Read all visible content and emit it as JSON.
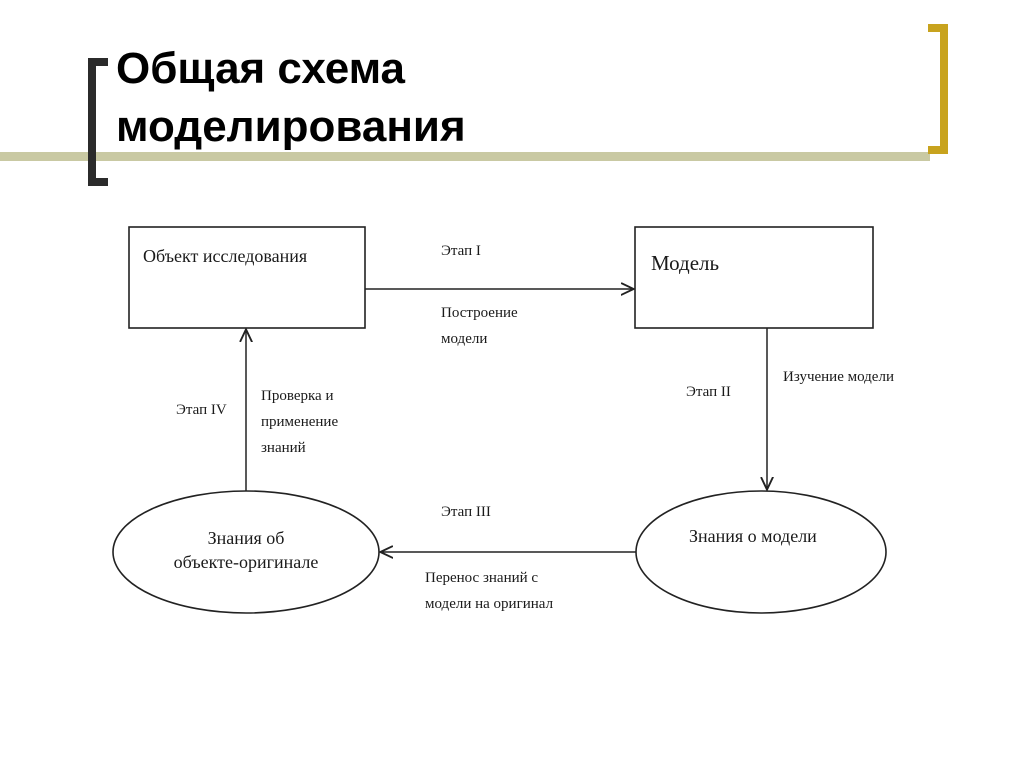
{
  "title": {
    "line1": "Общая схема",
    "line2": "моделирования"
  },
  "colors": {
    "bracket_left": "#2b2b2b",
    "bracket_right": "#c8a31e",
    "underline": "#c9c9a3",
    "diagram_line": "#222222"
  },
  "diagram": {
    "nodes": {
      "research_object": "Объект исследования",
      "model": "Модель",
      "model_knowledge": "Знания о модели",
      "original_knowledge_line1": "Знания об",
      "original_knowledge_line2": "объекте-оригинале"
    },
    "stages": {
      "stage1": {
        "label": "Этап I",
        "desc_line1": "Построение",
        "desc_line2": "модели"
      },
      "stage2": {
        "label": "Этап II",
        "desc": "Изучение  модели"
      },
      "stage3": {
        "label": "Этап III",
        "desc_line1": "Перенос знаний с",
        "desc_line2": "модели на оригинал"
      },
      "stage4": {
        "label": "Этап IV",
        "desc_line1": "Проверка и",
        "desc_line2": "применение",
        "desc_line3": "знаний"
      }
    }
  }
}
